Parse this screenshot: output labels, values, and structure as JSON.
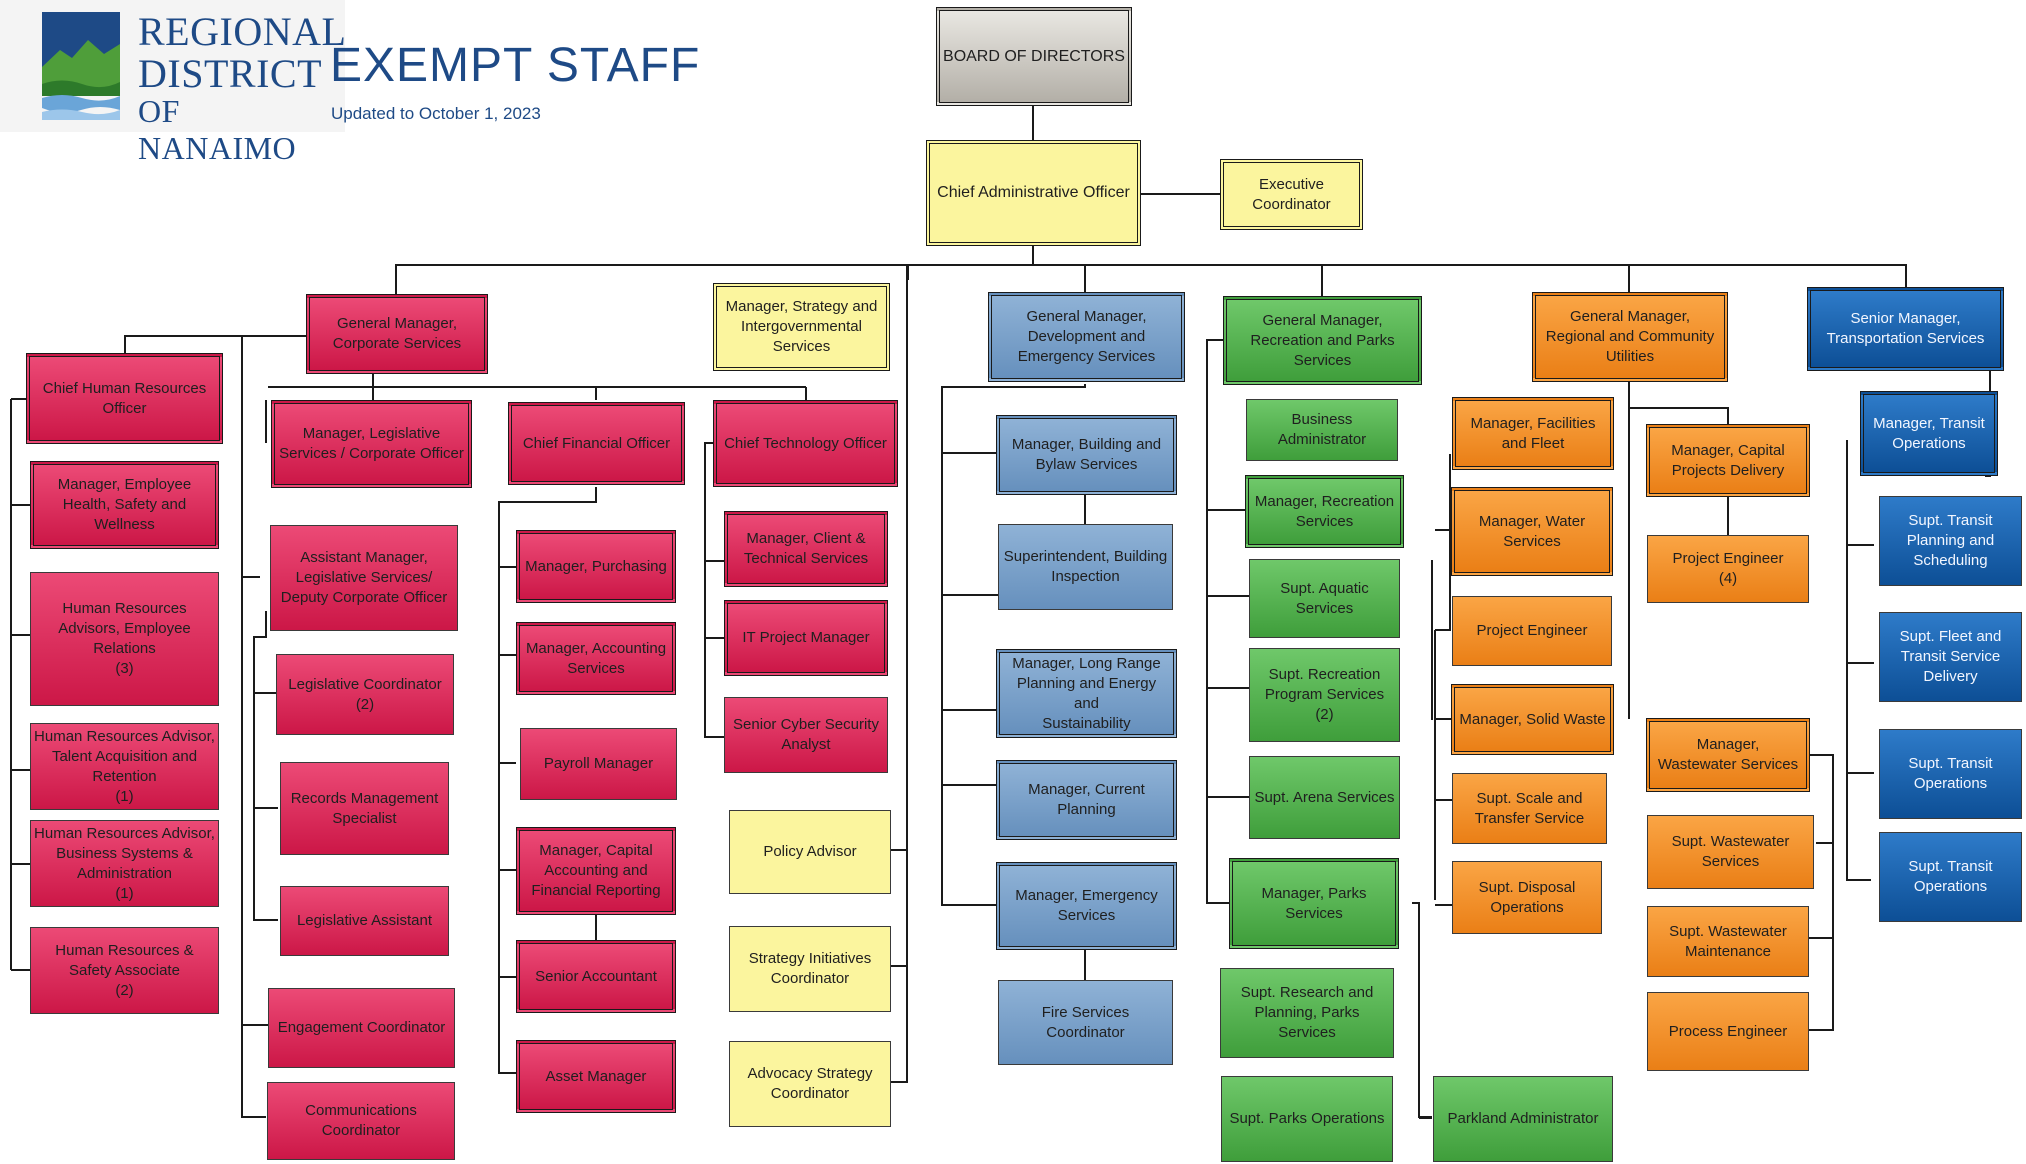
{
  "header": {
    "logo_line1": "REGIONAL",
    "logo_line2": "DISTRICT",
    "logo_line3": "OF NANAIMO",
    "title": "EXEMPT STAFF",
    "subtitle": "Updated to October 1, 2023"
  },
  "org": {
    "board": "BOARD OF DIRECTORS",
    "cao": "Chief Administrative Officer",
    "exec_coord": "Executive\nCoordinator",
    "gm_corporate": "General Manager,\nCorporate Services",
    "chief_hr": "Chief Human Resources\nOfficer",
    "mgr_hsw": "Manager, Employee\nHealth, Safety and\nWellness",
    "hr_advisors_er": "Human Resources\nAdvisors, Employee\nRelations\n(3)",
    "hr_advisor_talent": "Human Resources Advisor,\nTalent Acquisition and\nRetention\n(1)",
    "hr_advisor_systems": "Human Resources Advisor,\nBusiness Systems &\nAdministration\n(1)",
    "hr_safety": "Human Resources &\nSafety Associate\n(2)",
    "mgr_legislative": "Manager, Legislative\nServices / Corporate Officer",
    "asst_mgr_legislative": "Assistant Manager,\nLegislative Services/\nDeputy Corporate Officer",
    "leg_coordinator": "Legislative Coordinator\n(2)",
    "records_mgmt": "Records Management\nSpecialist",
    "leg_assistant": "Legislative Assistant",
    "engagement": "Engagement Coordinator",
    "communications": "Communications\nCoordinator",
    "cfo": "Chief Financial Officer",
    "mgr_purchasing": "Manager, Purchasing",
    "mgr_accounting": "Manager, Accounting\nServices",
    "payroll": "Payroll Manager",
    "mgr_capital_acct": "Manager, Capital\nAccounting and\nFinancial Reporting",
    "senior_accountant": "Senior Accountant",
    "asset_manager": "Asset Manager",
    "cto": "Chief Technology Officer",
    "mgr_client_tech": "Manager, Client &\nTechnical Services",
    "it_pm": "IT Project Manager",
    "cyber": "Senior Cyber Security\nAnalyst",
    "mgr_strategy": "Manager, Strategy and\nIntergovernmental\nServices",
    "policy_advisor": "Policy Advisor",
    "strategy_init": "Strategy Initiatives\nCoordinator",
    "advocacy": "Advocacy Strategy\nCoordinator",
    "gm_development": "General Manager,\nDevelopment and\nEmergency Services",
    "mgr_building": "Manager, Building and\nBylaw Services",
    "supt_building": "Superintendent, Building\nInspection",
    "mgr_lrp": "Manager, Long Range\nPlanning and Energy and\nSustainability",
    "mgr_current_planning": "Manager, Current\nPlanning",
    "mgr_emergency": "Manager, Emergency\nServices",
    "fire_coord": "Fire Services Coordinator",
    "gm_recreation": "General Manager,\nRecreation and Parks\nServices",
    "business_admin": "Business\nAdministrator",
    "mgr_recreation": "Manager, Recreation\nServices",
    "supt_aquatic": "Supt. Aquatic\nServices",
    "supt_rec_program": "Supt. Recreation\nProgram Services\n(2)",
    "supt_arena": "Supt. Arena Services",
    "mgr_parks": "Manager, Parks\nServices",
    "supt_research": "Supt. Research and\nPlanning, Parks Services",
    "supt_parks_ops": "Supt. Parks Operations",
    "parkland_admin": "Parkland Administrator",
    "gm_regional": "General Manager,\nRegional and Community\nUtilities",
    "mgr_facilities": "Manager, Facilities\nand Fleet",
    "mgr_water": "Manager, Water\nServices",
    "project_engineer": "Project Engineer",
    "mgr_solid_waste": "Manager, Solid Waste",
    "supt_scale": "Supt. Scale and\nTransfer Service",
    "supt_disposal": "Supt. Disposal\nOperations",
    "mgr_capital_projects": "Manager, Capital\nProjects Delivery",
    "project_engineer_4": "Project Engineer\n(4)",
    "mgr_wastewater": "Manager,\nWastewater Services",
    "supt_ww_services": "Supt. Wastewater\nServices",
    "supt_ww_maint": "Supt. Wastewater\nMaintenance",
    "process_engineer": "Process Engineer",
    "sr_mgr_transport": "Senior Manager,\nTransportation Services",
    "mgr_transit_ops": "Manager, Transit\nOperations",
    "supt_transit_planning": "Supt. Transit\nPlanning and\nScheduling",
    "supt_fleet": "Supt. Fleet and\nTransit Service\nDelivery",
    "supt_transit_ops_1": "Supt. Transit\nOperations",
    "supt_transit_ops_2": "Supt. Transit\nOperations"
  },
  "colors": {
    "corporate": "#d8204f",
    "strategy": "#fbf59e",
    "development": "#7aa1cb",
    "recreation": "#54b24f",
    "regional": "#f28f25",
    "transportation": "#1a64ad",
    "board": "#cfccc6"
  }
}
